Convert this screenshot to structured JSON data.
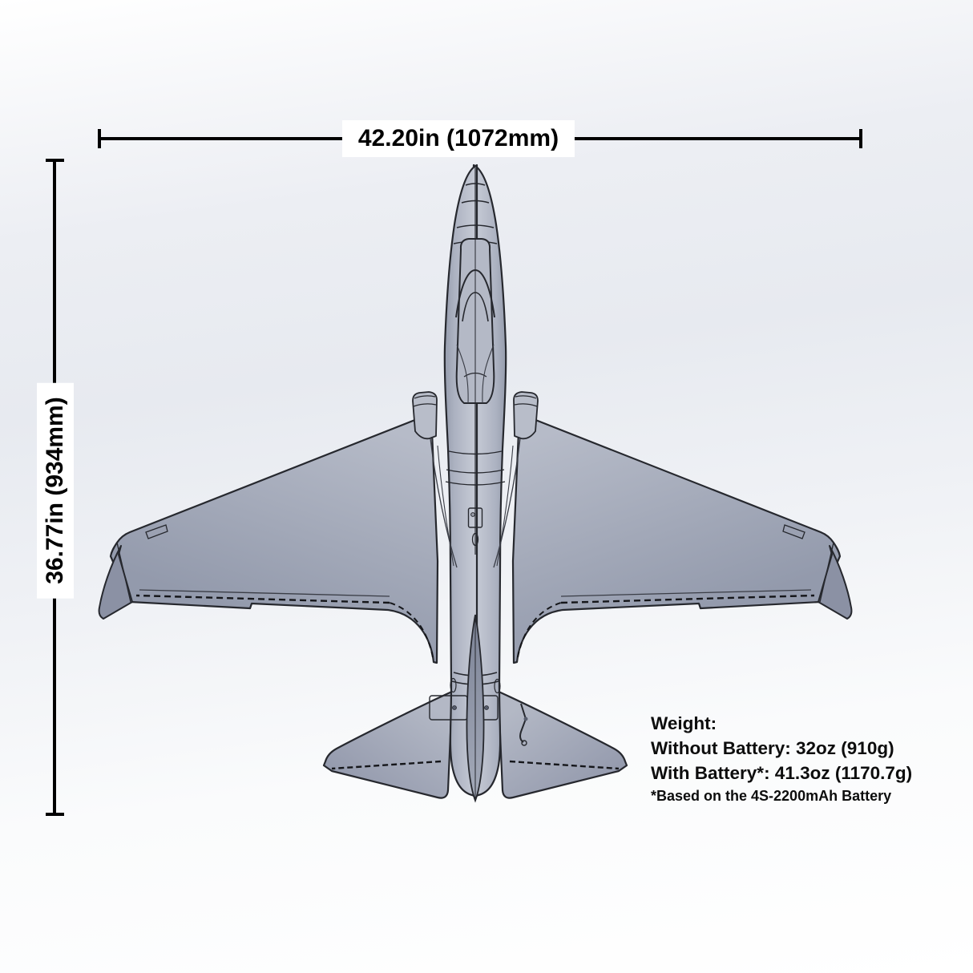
{
  "diagram": {
    "subject": "RC jet airplane top-view CAD dimension drawing",
    "body_color": "#aab0bf",
    "outline_color": "#26282e",
    "dimension_line_color": "#000000",
    "background_tint": "#e7eaf0"
  },
  "dimensions": {
    "wingspan_label": "42.20in (1072mm)",
    "length_label": "36.77in (934mm)"
  },
  "weight_info": {
    "title": "Weight:",
    "without_battery": "Without Battery: 32oz (910g)",
    "with_battery": "With Battery*: 41.3oz (1170.7g)",
    "footnote": "*Based on the 4S-2200mAh Battery"
  }
}
